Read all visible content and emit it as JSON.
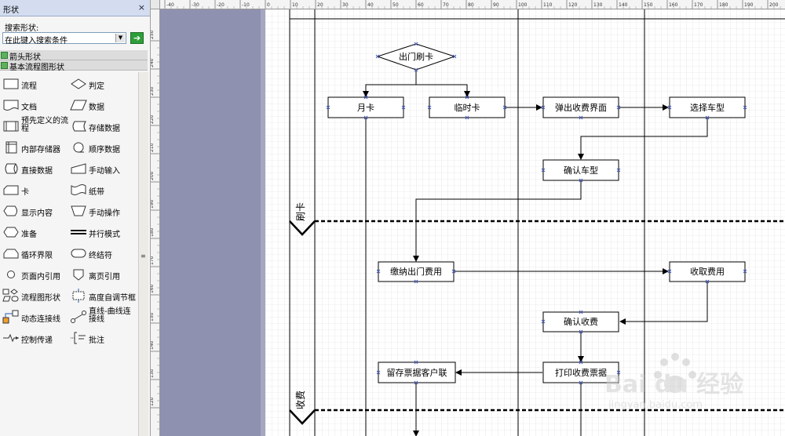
{
  "panel": {
    "title": "形状",
    "close": "×"
  },
  "search": {
    "label": "搜索形状:",
    "value": "在此键入搜索条件"
  },
  "stencils": [
    "箭头形状",
    "基本流程图形状"
  ],
  "shapes": [
    {
      "label": "流程",
      "icon": "process-icon"
    },
    {
      "label": "判定",
      "icon": "decision-icon"
    },
    {
      "label": "文档",
      "icon": "document-icon"
    },
    {
      "label": "数据",
      "icon": "data-icon"
    },
    {
      "label": "预先定义的流程",
      "icon": "predefined-process-icon"
    },
    {
      "label": "存储数据",
      "icon": "stored-data-icon"
    },
    {
      "label": "内部存储器",
      "icon": "internal-storage-icon"
    },
    {
      "label": "顺序数据",
      "icon": "sequential-data-icon"
    },
    {
      "label": "直接数据",
      "icon": "direct-data-icon"
    },
    {
      "label": "手动输入",
      "icon": "manual-input-icon"
    },
    {
      "label": "卡",
      "icon": "card-icon"
    },
    {
      "label": "纸带",
      "icon": "paper-tape-icon"
    },
    {
      "label": "显示内容",
      "icon": "display-icon"
    },
    {
      "label": "手动操作",
      "icon": "manual-operation-icon"
    },
    {
      "label": "准备",
      "icon": "preparation-icon"
    },
    {
      "label": "并行模式",
      "icon": "parallel-mode-icon"
    },
    {
      "label": "循环界限",
      "icon": "loop-limit-icon"
    },
    {
      "label": "终结符",
      "icon": "terminator-icon"
    },
    {
      "label": "页面内引用",
      "icon": "on-page-reference-icon"
    },
    {
      "label": "离页引用",
      "icon": "off-page-reference-icon"
    },
    {
      "label": "流程图形状",
      "icon": "flowchart-shapes-icon"
    },
    {
      "label": "高度自调节框",
      "icon": "auto-height-box-icon"
    },
    {
      "label": "动态连接线",
      "icon": "dynamic-connector-icon"
    },
    {
      "label": "直线-曲线连接线",
      "icon": "line-curve-connector-icon"
    },
    {
      "label": "控制传递",
      "icon": "control-transfer-icon"
    },
    {
      "label": "批注",
      "icon": "annotation-icon"
    }
  ],
  "ruler_top": [
    "-40",
    "-30",
    "-20",
    "-10",
    "0",
    "10",
    "20",
    "30",
    "40",
    "50",
    "60",
    "70",
    "80",
    "90",
    "100",
    "110",
    "120",
    "130",
    "140",
    "150",
    "160",
    "170",
    "180",
    "190",
    "200"
  ],
  "ruler_left": [
    "250",
    "240",
    "230",
    "220",
    "210",
    "200",
    "190",
    "180",
    "170",
    "160",
    "150",
    "140",
    "130",
    "120"
  ],
  "lanes": [
    {
      "label": "刷卡"
    },
    {
      "label": "收费"
    }
  ],
  "nodes": {
    "start": "出门刷卡",
    "monthly": "月卡",
    "temp": "临时卡",
    "popup": "弹出收费界面",
    "choose": "选择车型",
    "confirm_type": "确认车型",
    "pay": "缴纳出门费用",
    "collect": "收取费用",
    "confirm_fee": "确认收费",
    "keep": "留存票据客户联",
    "print": "打印收费票据"
  },
  "watermark": {
    "main": "Bai du 经验",
    "sub": "jingyan.baidu.com"
  }
}
